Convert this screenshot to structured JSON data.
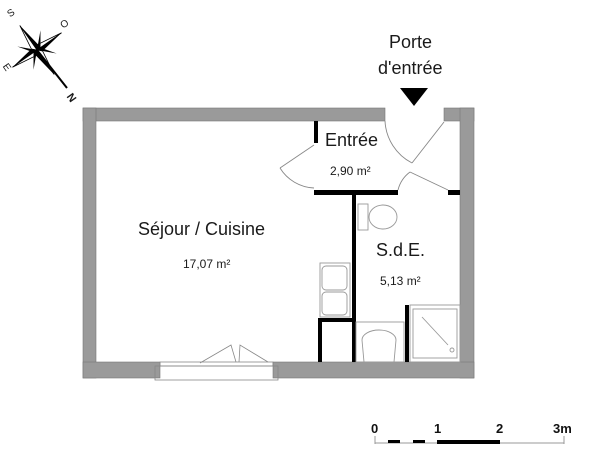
{
  "compass": {
    "labels": {
      "north": "N",
      "south": "S",
      "east": "E",
      "west": "O"
    }
  },
  "entrance": {
    "line1": "Porte",
    "line2": "d'entrée"
  },
  "rooms": [
    {
      "name": "Séjour / Cuisine",
      "area": "17,07 m²"
    },
    {
      "name": "Entrée",
      "area": "2,90 m²"
    },
    {
      "name": "S.d.E.",
      "area": "5,13 m²"
    }
  ],
  "scale": {
    "ticks": [
      "0",
      "1",
      "2",
      "3m"
    ]
  },
  "colors": {
    "wall_exterior": "#9a9a9a",
    "wall_interior": "#000000",
    "fixture_line": "#888888",
    "background": "#ffffff"
  }
}
